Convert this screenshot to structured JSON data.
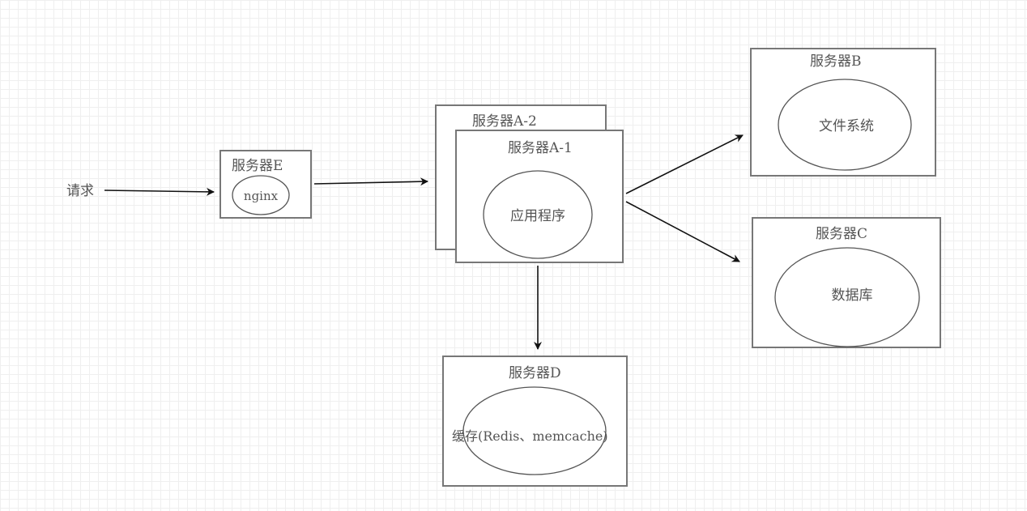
{
  "diagram": {
    "request_label": "请求",
    "nodes": {
      "E": {
        "title": "服务器E",
        "content": "nginx"
      },
      "A2": {
        "title": "服务器A-2"
      },
      "A1": {
        "title": "服务器A-1",
        "content": "应用程序"
      },
      "B": {
        "title": "服务器B",
        "content": "文件系统"
      },
      "C": {
        "title": "服务器C",
        "content": "数据库"
      },
      "D": {
        "title": "服务器D",
        "content": "缓存(Redis、memcache)"
      }
    },
    "edges": [
      {
        "from": "请求",
        "to": "服务器E"
      },
      {
        "from": "服务器E",
        "to": "服务器A"
      },
      {
        "from": "服务器A-1",
        "to": "服务器B"
      },
      {
        "from": "服务器A-1",
        "to": "服务器C"
      },
      {
        "from": "服务器A-1",
        "to": "服务器D"
      }
    ]
  }
}
